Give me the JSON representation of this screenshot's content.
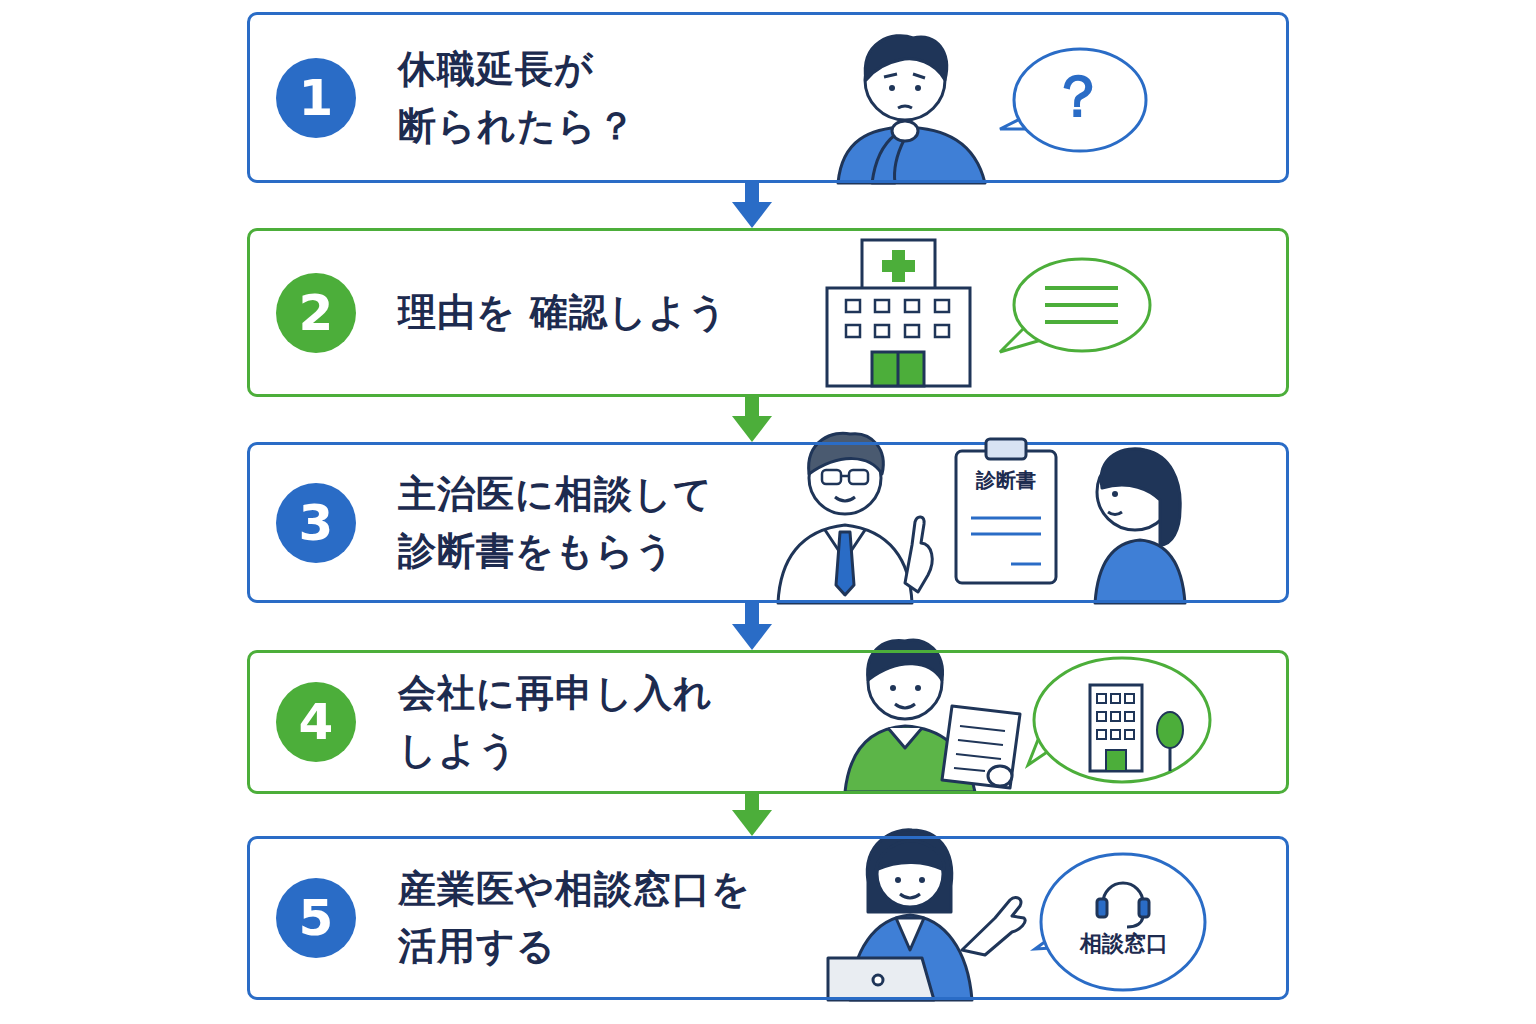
{
  "diagram": {
    "nodes": [
      {
        "text": [
          "休職延長が 断られたら？"
        ]
      },
      {
        "text": [
          "1"
        ],
        "in": 0
      },
      {
        "text": [
          "？"
        ],
        "in": 0
      },
      {
        "text": [
          "理由を 確認しよう"
        ]
      },
      {
        "text": [
          "2"
        ],
        "in": 3
      },
      {
        "text": [
          "主治医に相談して 診断書をもらう"
        ]
      },
      {
        "text": [
          "3"
        ],
        "in": 5
      },
      {
        "text": [
          "診断書"
        ],
        "in": 5
      },
      {
        "text": [
          "会社に再申し入れ しよう"
        ]
      },
      {
        "text": [
          "4"
        ],
        "in": 8
      },
      {
        "text": [
          "産業医や相談窓口を 活用する"
        ]
      },
      {
        "text": [
          "5"
        ],
        "in": 10
      },
      {
        "text": [
          "相談窓口"
        ],
        "in": 10
      }
    ],
    "edges": [
      {
        "from": 0,
        "to": 3,
        "arrow": "to"
      },
      {
        "from": 3,
        "to": 5,
        "arrow": "to"
      },
      {
        "from": 5,
        "to": 8,
        "arrow": "to"
      },
      {
        "from": 8,
        "to": 10,
        "arrow": "to"
      }
    ]
  }
}
